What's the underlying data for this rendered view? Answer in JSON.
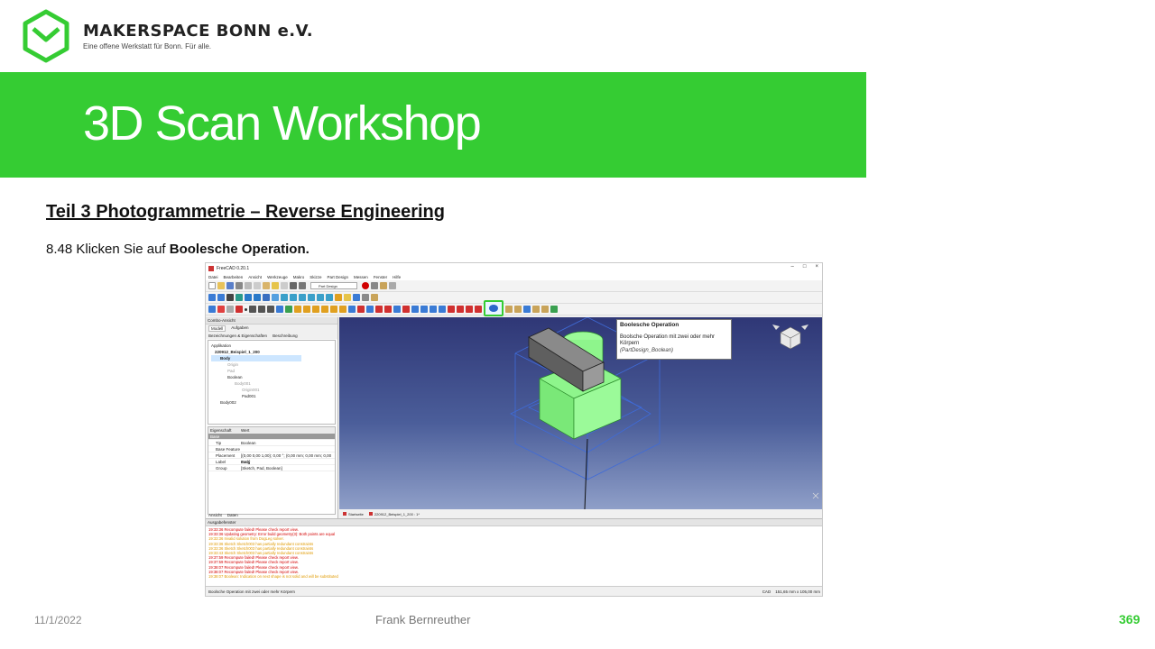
{
  "brand": {
    "name": "MAKERSPACE BONN e.V.",
    "tagline": "Eine offene Werkstatt für Bonn. Für alle.",
    "color": "#35cc33"
  },
  "slide": {
    "title": "3D Scan Workshop",
    "section": "Teil 3  Photogrammetrie  – Reverse Engineering",
    "step_prefix": "8.48 Klicken Sie auf ",
    "step_emphasis": "Boolesche Operation.",
    "footer_date": "11/1/2022",
    "footer_author": "Frank Bernreuther",
    "page_number": "369"
  },
  "freecad": {
    "window_title": "FreeCAD 0.20.1",
    "window_buttons": [
      "–",
      "□",
      "×"
    ],
    "menu": [
      "Datei",
      "Bearbeiten",
      "Ansicht",
      "Werkzeuge",
      "Makro",
      "Skizze",
      "Part Design",
      "Messen",
      "Fenster",
      "Hilfe"
    ],
    "workbench": "Part Design",
    "tooltip": {
      "title": "Boolesche Operation",
      "description_line1": "Boolsche Operation mit zwei oder mehr",
      "description_line2": "Körpern",
      "command": "(PartDesign_Boolean)"
    },
    "combo_view": {
      "header": "Combo-Ansicht",
      "tabs": [
        "Modell",
        "Aufgaben"
      ],
      "subtabs": [
        "Bezeichnungen & Eigenschaften",
        "Beschreibung"
      ],
      "tree_root": "Applikation",
      "tree": [
        {
          "label": "220912_Beispiel_1_200",
          "indent": 1
        },
        {
          "label": "Body",
          "indent": 2
        },
        {
          "label": "Origin",
          "indent": 3
        },
        {
          "label": "Pad",
          "indent": 3
        },
        {
          "label": "Boolean",
          "indent": 3
        },
        {
          "label": "Body001",
          "indent": 4
        },
        {
          "label": "Origin001",
          "indent": 5
        },
        {
          "label": "Pad001",
          "indent": 5
        },
        {
          "label": "Body002",
          "indent": 2
        }
      ],
      "property_header": [
        "Eigenschaft",
        "Wert"
      ],
      "property_group": "Base",
      "properties": [
        {
          "key": "Tip",
          "value": "Boolean"
        },
        {
          "key": "Base Feature",
          "value": ""
        },
        {
          "key": "Placement",
          "value": "[(0,00 0,00 1,00); 0,00 °; (0,00 mm; 0,00 mm; 0,00 mm)]"
        },
        {
          "key": "Label",
          "value": "Body"
        },
        {
          "key": "Group",
          "value": "[Sketch, Pad, Boolean]"
        }
      ],
      "bottom_tabs": [
        "Ansicht",
        "Daten"
      ]
    },
    "doc_tabs": [
      "Startseite",
      "220912_Beispiel_1_200 : 1*"
    ],
    "report_view": {
      "header": "Ausgabefenster",
      "lines": [
        {
          "type": "err",
          "text": "19:33:36  Recompute failed! Please check report view."
        },
        {
          "type": "err",
          "text": "19:33:36  Updating geometry: Error build geometry(3): Both points are equal"
        },
        {
          "type": "warn",
          "text": "19:33:36  Invalid solution from DogLeg solver."
        },
        {
          "type": "warn",
          "text": "19:33:36  Sketch Sketch003 has partially redundant constraints"
        },
        {
          "type": "warn",
          "text": "19:33:36  Sketch Sketch003 has partially redundant constraints"
        },
        {
          "type": "warn",
          "text": "19:33:43  Sketch Sketch003 has partially redundant constraints"
        },
        {
          "type": "err",
          "text": "19:37:59  Recompute failed! Please check report view."
        },
        {
          "type": "err",
          "text": "19:37:59  Recompute failed! Please check report view."
        },
        {
          "type": "err",
          "text": "19:38:07  Recompute failed! Please check report view."
        },
        {
          "type": "err",
          "text": "19:38:07  Recompute failed! Please check report view."
        },
        {
          "type": "warn",
          "text": "19:38:07  Boolean: Indication on next shape is not solid and will be substituted"
        }
      ]
    },
    "status_left": "Boolsche Operation mit zwei oder mehr Körpern",
    "status_right_nav": "CAD",
    "status_right_dims": "151,65 mm x 105,00 mm"
  }
}
